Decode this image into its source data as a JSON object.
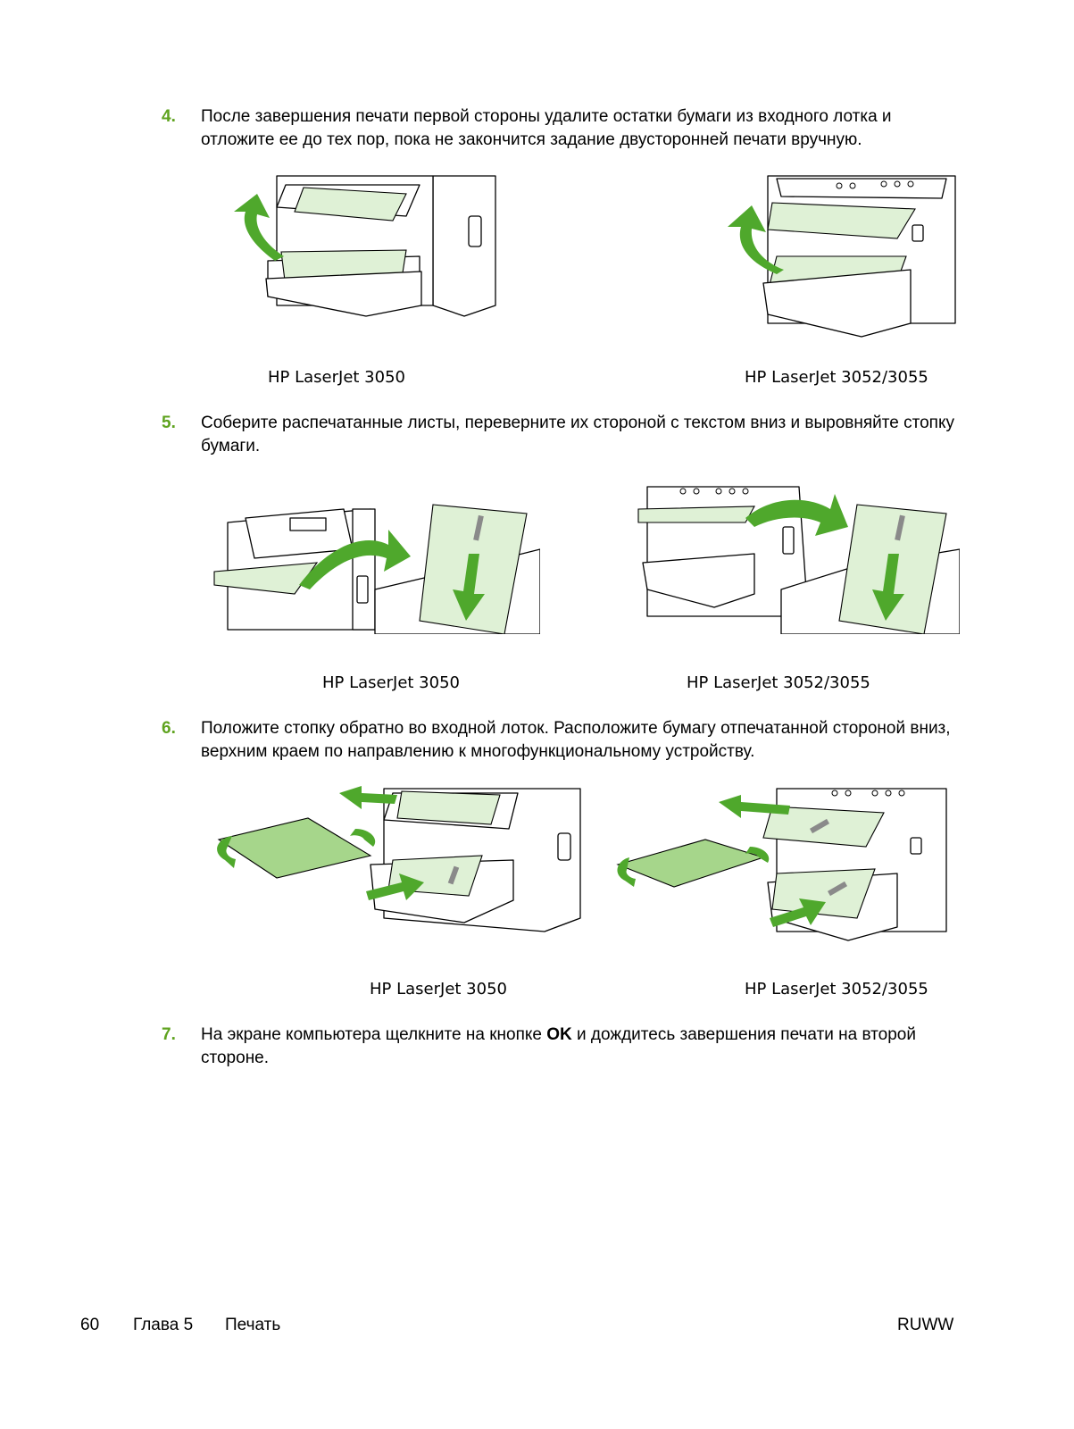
{
  "steps": [
    {
      "num": "4.",
      "text": "После завершения печати первой стороны удалите остатки бумаги из входного лотка и отложите ее до тех пор, пока не закончится задание двусторонней печати вручную."
    },
    {
      "num": "5.",
      "text": "Соберите распечатанные листы, переверните их стороной с текстом вниз и выровняйте стопку бумаги."
    },
    {
      "num": "6.",
      "text": "Положите стопку обратно во входной лоток. Расположите бумагу отпечатанной стороной вниз, верхним краем по направлению к многофункциональному устройству."
    },
    {
      "num": "7.",
      "text_before": "На экране компьютера щелкните на кнопке ",
      "text_bold": "OK",
      "text_after": " и дождитесь завершения печати на второй стороне."
    }
  ],
  "captions": {
    "s4_left": "HP LaserJet 3050",
    "s4_right": "HP LaserJet 3052/3055",
    "s5_left": "HP LaserJet 3050",
    "s5_right": "HP LaserJet 3052/3055",
    "s6_left": "HP LaserJet 3050",
    "s6_right": "HP LaserJet 3052/3055"
  },
  "footer": {
    "page_number": "60",
    "chapter": "Глава 5",
    "section": "Печать",
    "locale_code": "RUWW"
  },
  "colors": {
    "step_number": "#5fa31f",
    "arrow": "#4fa82c",
    "paper_light": "#dff1d6",
    "paper_dark": "#a6d68b"
  }
}
